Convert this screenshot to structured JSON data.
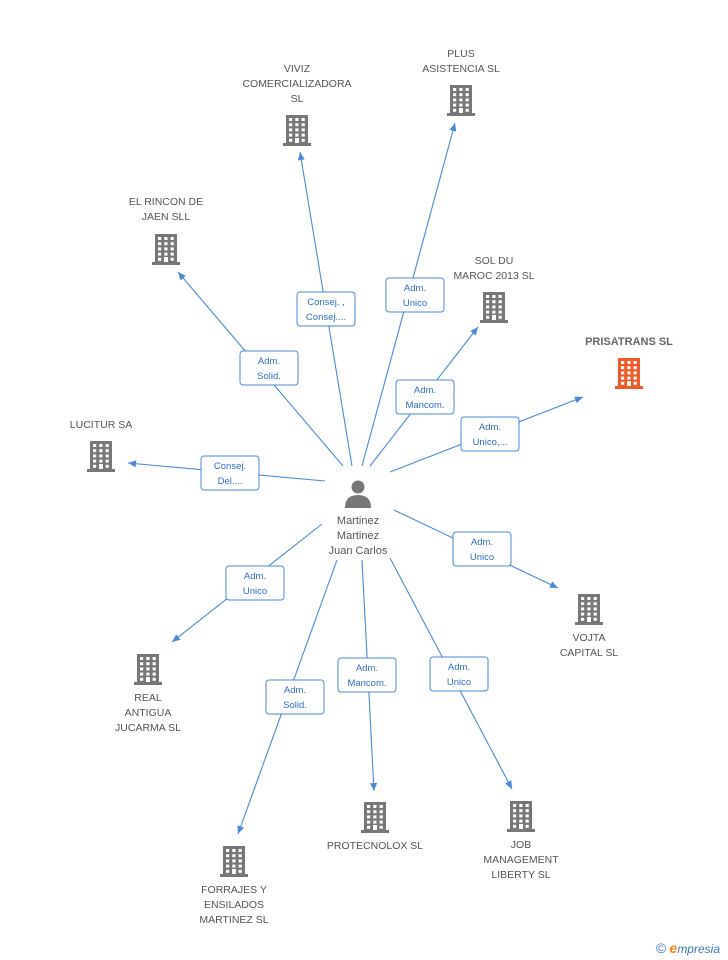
{
  "center": {
    "lines": [
      "Martinez",
      "Martinez",
      "Juan Carlos"
    ]
  },
  "colors": {
    "edge": "#4a8ad6",
    "building": "#777777",
    "building_focus": "#f05a28",
    "person": "#777777"
  },
  "nodes": [
    {
      "id": "viviz",
      "lines": [
        "VIVIZ",
        "COMERCIALIZADORA",
        "SL"
      ],
      "focus": false
    },
    {
      "id": "plus",
      "lines": [
        "PLUS",
        "ASISTENCIA SL"
      ],
      "focus": false
    },
    {
      "id": "rincon",
      "lines": [
        "EL RINCON DE",
        "JAEN  SLL"
      ],
      "focus": false
    },
    {
      "id": "soldu",
      "lines": [
        "SOL DU",
        "MAROC 2013 SL"
      ],
      "focus": false
    },
    {
      "id": "prisatrans",
      "lines": [
        "PRISATRANS SL"
      ],
      "focus": true
    },
    {
      "id": "lucitur",
      "lines": [
        "LUCITUR SA"
      ],
      "focus": false
    },
    {
      "id": "vojta",
      "lines": [
        "VOJTA",
        "CAPITAL  SL"
      ],
      "focus": false
    },
    {
      "id": "real",
      "lines": [
        "REAL",
        "ANTIGUA",
        "JUCARMA SL"
      ],
      "focus": false
    },
    {
      "id": "protecnolox",
      "lines": [
        "PROTECNOLOX SL"
      ],
      "focus": false
    },
    {
      "id": "job",
      "lines": [
        "JOB",
        "MANAGEMENT",
        "LIBERTY SL"
      ],
      "focus": false
    },
    {
      "id": "forrajes",
      "lines": [
        "FORRAJES Y",
        "ENSILADOS",
        "MARTINEZ SL"
      ],
      "focus": false
    }
  ],
  "relations": [
    {
      "to": "viviz",
      "lines": [
        "Consej. ,",
        "Consej...."
      ]
    },
    {
      "to": "plus",
      "lines": [
        "Adm.",
        "Unico"
      ]
    },
    {
      "to": "rincon",
      "lines": [
        "Adm.",
        "Solid."
      ]
    },
    {
      "to": "soldu",
      "lines": [
        "Adm.",
        "Mancom."
      ]
    },
    {
      "to": "prisatrans",
      "lines": [
        "Adm.",
        "Unico,..."
      ]
    },
    {
      "to": "lucitur",
      "lines": [
        "Consej.",
        "Del...."
      ]
    },
    {
      "to": "vojta",
      "lines": [
        "Adm.",
        "Unico"
      ]
    },
    {
      "to": "real",
      "lines": [
        "Adm.",
        "Unico"
      ]
    },
    {
      "to": "forrajes",
      "lines": [
        "Adm.",
        "Solid."
      ]
    },
    {
      "to": "protecnolox",
      "lines": [
        "Adm.",
        "Mancom."
      ]
    },
    {
      "to": "job",
      "lines": [
        "Adm.",
        "Unico"
      ]
    }
  ],
  "footer": {
    "symbol": "©",
    "brand_initial": "e",
    "brand_rest": "mpresia"
  }
}
